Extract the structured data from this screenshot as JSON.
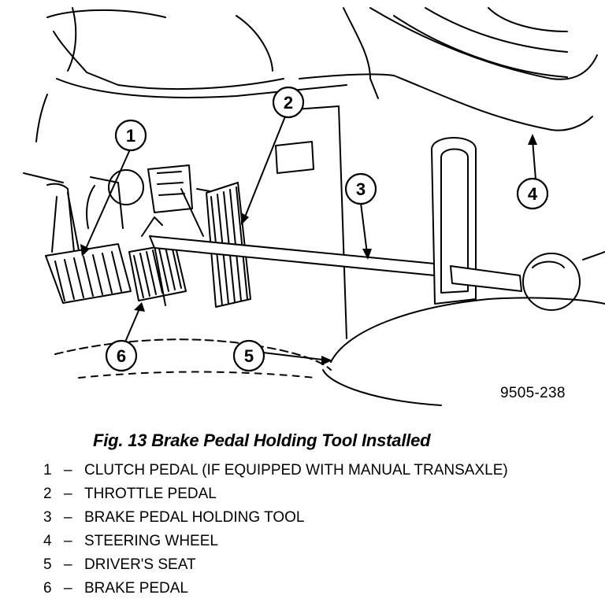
{
  "figure": {
    "caption": "Fig. 13 Brake Pedal Holding Tool Installed",
    "id": "9505-238",
    "callouts": [
      "1",
      "2",
      "3",
      "4",
      "5",
      "6"
    ]
  },
  "legend": [
    {
      "number": "1",
      "dash": "–",
      "label": "CLUTCH PEDAL (IF EQUIPPED WITH MANUAL TRANSAXLE)"
    },
    {
      "number": "2",
      "dash": "–",
      "label": "THROTTLE PEDAL"
    },
    {
      "number": "3",
      "dash": "–",
      "label": "BRAKE PEDAL HOLDING TOOL"
    },
    {
      "number": "4",
      "dash": "–",
      "label": "STEERING WHEEL"
    },
    {
      "number": "5",
      "dash": "–",
      "label": "DRIVER'S SEAT"
    },
    {
      "number": "6",
      "dash": "–",
      "label": "BRAKE PEDAL"
    }
  ]
}
